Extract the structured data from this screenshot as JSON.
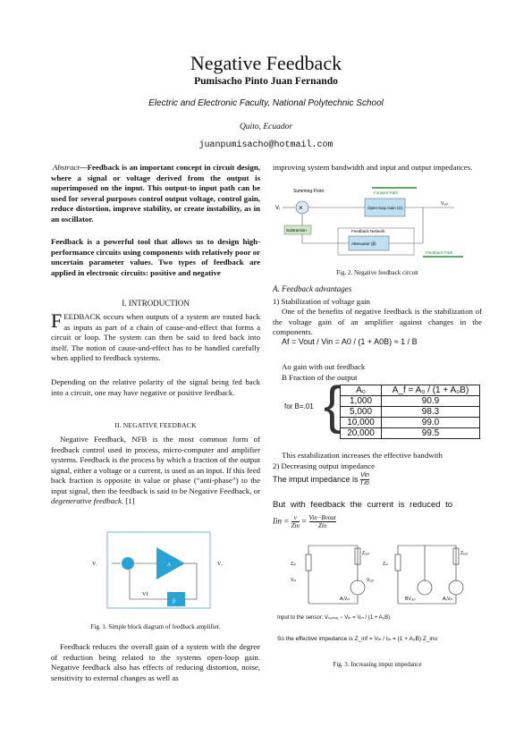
{
  "title": "Negative Feedback",
  "author": "Pumisacho Pinto Juan Fernando",
  "affiliation": "Electric and Electronic Faculty, National Polytechnic School",
  "location": "Quito, Ecuador",
  "email": "juanpumisacho@hotmail.com",
  "abstract_label": "Abstract",
  "abstract_text": "—Feedback is an important concept in circuit design, where a signal or voltage derived from the output is superimposed on the input. This output-to input path can be used for several purposes control output voltage, control gain, reduce distortion, improve stability, or create instability, as in an oscillator.",
  "abstract_text2": "Feedback is a powerful tool that allows us to design high-performance circuits using components with relatively poor or uncertain parameter values. Two types of feedback are applied in electronic circuits: positive and negative",
  "sec1_heading": "I.   INTRODUCTION",
  "intro_dropcap": "F",
  "intro_p1": "EEDBACK occurs when outputs of a system are routed back as inputs as part of a chain of cause-and-effect that forms a circuit or loop. The system can then be said to feed back into itself. The notion of cause-and-effect has to be handled carefully when applied to feedback systems.",
  "intro_p2": "Depending on the relative polarity of the signal being fed back into a circuit, one may have negative or positive feedback.",
  "sec2_heading": "II.   NEGATIVE FEEDBACK",
  "nf_p1": "Negative Feedback, NFB is the most common form of feedback control used in process, micro-computer and amplifier systems. Feedback is the process by which a fraction of the output signal, either a voltage or a current, is used as an input. If this feed back fraction is opposite in value or phase (“anti-phase”) to the input signal, then the feedback is said to be Negative Feedback, or",
  "nf_p1_italic": "degenerative feedback",
  "nf_p1_end": ". [1]",
  "fig1": {
    "caption": "Fig. 1.  Simple block diagram of feedback amplifier.",
    "vin": "Vᵢ",
    "vout": "Vₒ",
    "vf": "Vf",
    "beta": "β",
    "a": "A"
  },
  "nf_p2": "Feedback reduces the overall gain of a system with the degree of reduction being related to the systems open-loop gain. Negative feedback also has effects of reducing distortion, noise, sensitivity to external changes as well as",
  "right_p1": "improving system bandwidth and input and output impedances.",
  "fig2": {
    "caption": "Fig. 2.  Negative feedback circuit",
    "summing": "Summing Point",
    "forward": "Forward Path",
    "open_loop": "Open-loop Gain (G)",
    "feedback_network": "Feedback Network",
    "attenuator": "Attenuator (β)",
    "feedback_path": "Feedback Path",
    "subtraction": "Subtraction",
    "vin": "Vᵢ",
    "vout": "Vₒᵤₜ"
  },
  "subsec_a": "A.   Feedback advantages",
  "item1": "1)   Stabilization of voltage gain",
  "item1_text": "One of the benefits of negative feedback is the stabilization of the voltage gain of an amplifier against changes in the components.",
  "formula1": {
    "lhs": "Af = Vout / Vin",
    "mid": "A0 / (1 + A0B)",
    "approx": "≈ 1 / B"
  },
  "ao_def": "Ao gain with out feedback",
  "b_def": "B Fraction of the output",
  "table": {
    "b_label": "for B=.01",
    "headers": [
      "A₀",
      "A_f = A₀ / (1 + A₀B)"
    ],
    "rows": [
      [
        "1,000",
        "90.9"
      ],
      [
        "5,000",
        "98.3"
      ],
      [
        "10,000",
        "99.0"
      ],
      [
        "20,000",
        "99.5"
      ]
    ]
  },
  "after_table": "This estabilization increases the effective bandwith",
  "item2": "2)   Decreasing output impedance",
  "imp_text": "The imput impedance is",
  "imp_num": "Vin",
  "imp_den": "I in",
  "reduced_text": "But with feedback the current is reduced to",
  "fig3": {
    "caption": "Fig. 3.  Increasing imput impedance",
    "line1": "Input to the sensor:  Vₛₒₙₛₑ − Vᵢₙ = Vᵢₙ / (1 + A₀B)",
    "line2": "So the effective impedance is  Z_inf = Vᵢₙ / Iᵢₙ = (1 + A₀B) Z_ino",
    "zin": "Zᵢₙ",
    "zout": "Zₒᵤₜ",
    "vin": "Vᵢₙ",
    "vout": "Vₒᵤₜ",
    "avin": "AᵥVᵢₙ",
    "bvout": "BVₒᵤₜ"
  }
}
